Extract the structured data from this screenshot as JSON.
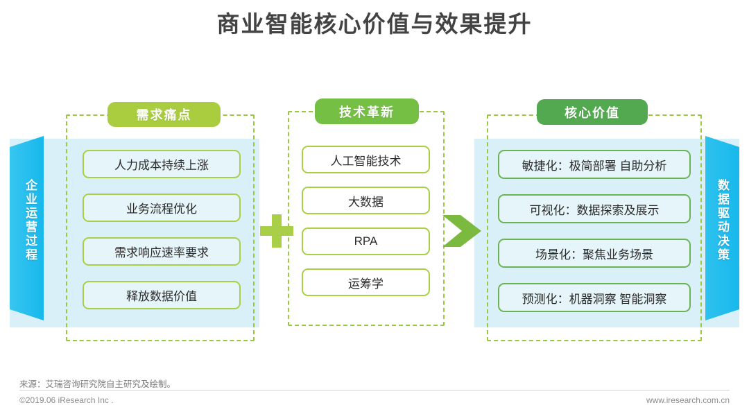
{
  "page": {
    "title": "商业智能核心价值与效果提升"
  },
  "colors": {
    "pill_light_green": "#a9cd3e",
    "pill_mid_green": "#74bf44",
    "pill_dark_green": "#52a94f",
    "panel_blue": "#d9f0f8",
    "banner_blue": "#29c0ee",
    "dashed_green": "#9ac93f",
    "box_border_green": "#a8cf47",
    "box_border_dark_green": "#6cb354",
    "title_gray": "#434343"
  },
  "left_column": {
    "header": "需求痛点",
    "banner_label": "企业运营过程",
    "items": [
      "人力成本持续上涨",
      "业务流程优化",
      "需求响应速率要求",
      "释放数据价值"
    ]
  },
  "middle_column": {
    "header": "技术革新",
    "items": [
      "人工智能技术",
      "大数据",
      "RPA",
      "运筹学"
    ]
  },
  "right_column": {
    "header": "核心价值",
    "banner_label": "数据驱动决策",
    "items": [
      "敏捷化：极简部署 自助分析",
      "可视化：数据探索及展示",
      "场景化：聚焦业务场景",
      "预测化：机器洞察 智能洞察"
    ]
  },
  "connectors": {
    "plus": "plus-icon",
    "arrow": "chevron-right-icon"
  },
  "footer": {
    "source": "来源：艾瑞咨询研究院自主研究及绘制。",
    "copyright": "©2019.06 iResearch Inc .",
    "website": "www.iresearch.com.cn"
  }
}
